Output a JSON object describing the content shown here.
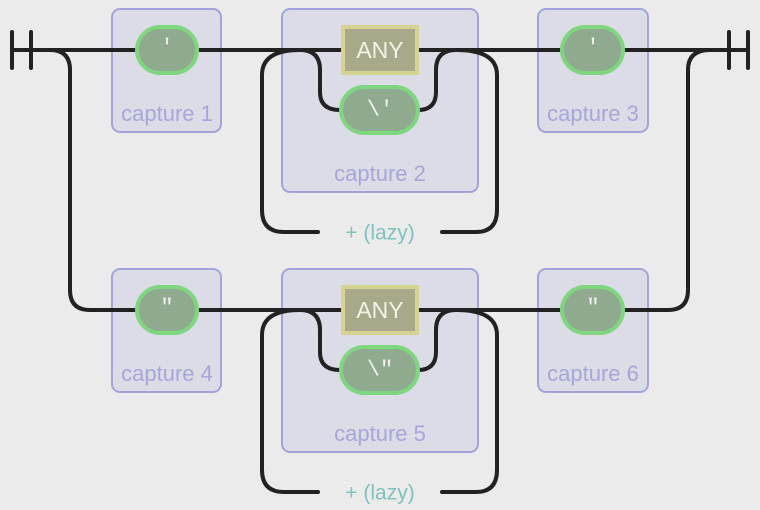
{
  "diagram": {
    "rows": [
      {
        "open_quote": "'",
        "close_quote": "'",
        "any_label": "ANY",
        "escape_label": "\\'",
        "repeat_label": "+ (lazy)",
        "captures": [
          "capture 1",
          "capture 2",
          "capture 3"
        ]
      },
      {
        "open_quote": "\"",
        "close_quote": "\"",
        "any_label": "ANY",
        "escape_label": "\\\"",
        "repeat_label": "+ (lazy)",
        "captures": [
          "capture 4",
          "capture 5",
          "capture 6"
        ]
      }
    ]
  }
}
